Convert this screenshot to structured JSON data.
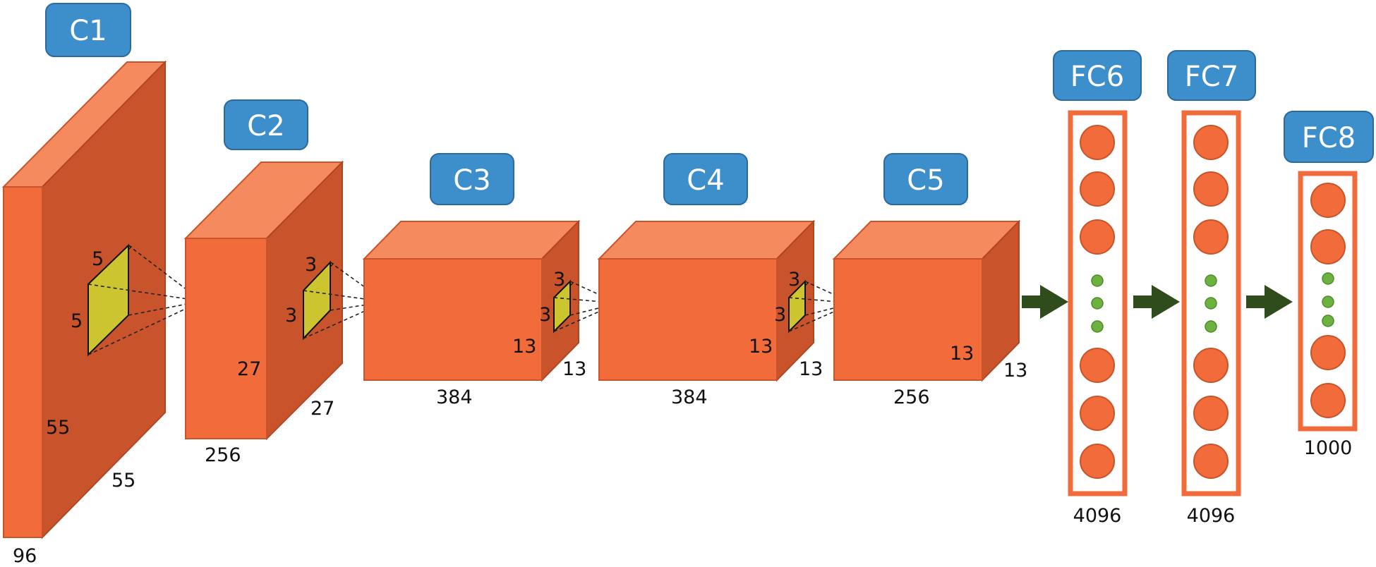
{
  "layers": [
    {
      "id": "c1",
      "label": "C1",
      "dims": [
        "96",
        "55",
        "55"
      ],
      "kernel": [
        "5",
        "5"
      ]
    },
    {
      "id": "c2",
      "label": "C2",
      "dims": [
        "256",
        "27",
        "27"
      ],
      "kernel": [
        "3",
        "3"
      ]
    },
    {
      "id": "c3",
      "label": "C3",
      "dims": [
        "384",
        "13",
        "13"
      ],
      "kernel": [
        "3",
        "3"
      ]
    },
    {
      "id": "c4",
      "label": "C4",
      "dims": [
        "384",
        "13",
        "13"
      ],
      "kernel": [
        "3",
        "3"
      ]
    },
    {
      "id": "c5",
      "label": "C5",
      "dims": [
        "256",
        "13",
        "13"
      ]
    },
    {
      "id": "fc6",
      "label": "FC6",
      "size": "4096"
    },
    {
      "id": "fc7",
      "label": "FC7",
      "size": "4096"
    },
    {
      "id": "fc8",
      "label": "FC8",
      "size": "1000"
    }
  ],
  "colors": {
    "block_front": "#F26B3A",
    "block_top": "#F58A5E",
    "block_side": "#C9542C",
    "kernel": "#CDC52F",
    "label_box": "#3D8FCC",
    "dots": "#6BB33E",
    "arrows": "#2F4D1C"
  }
}
